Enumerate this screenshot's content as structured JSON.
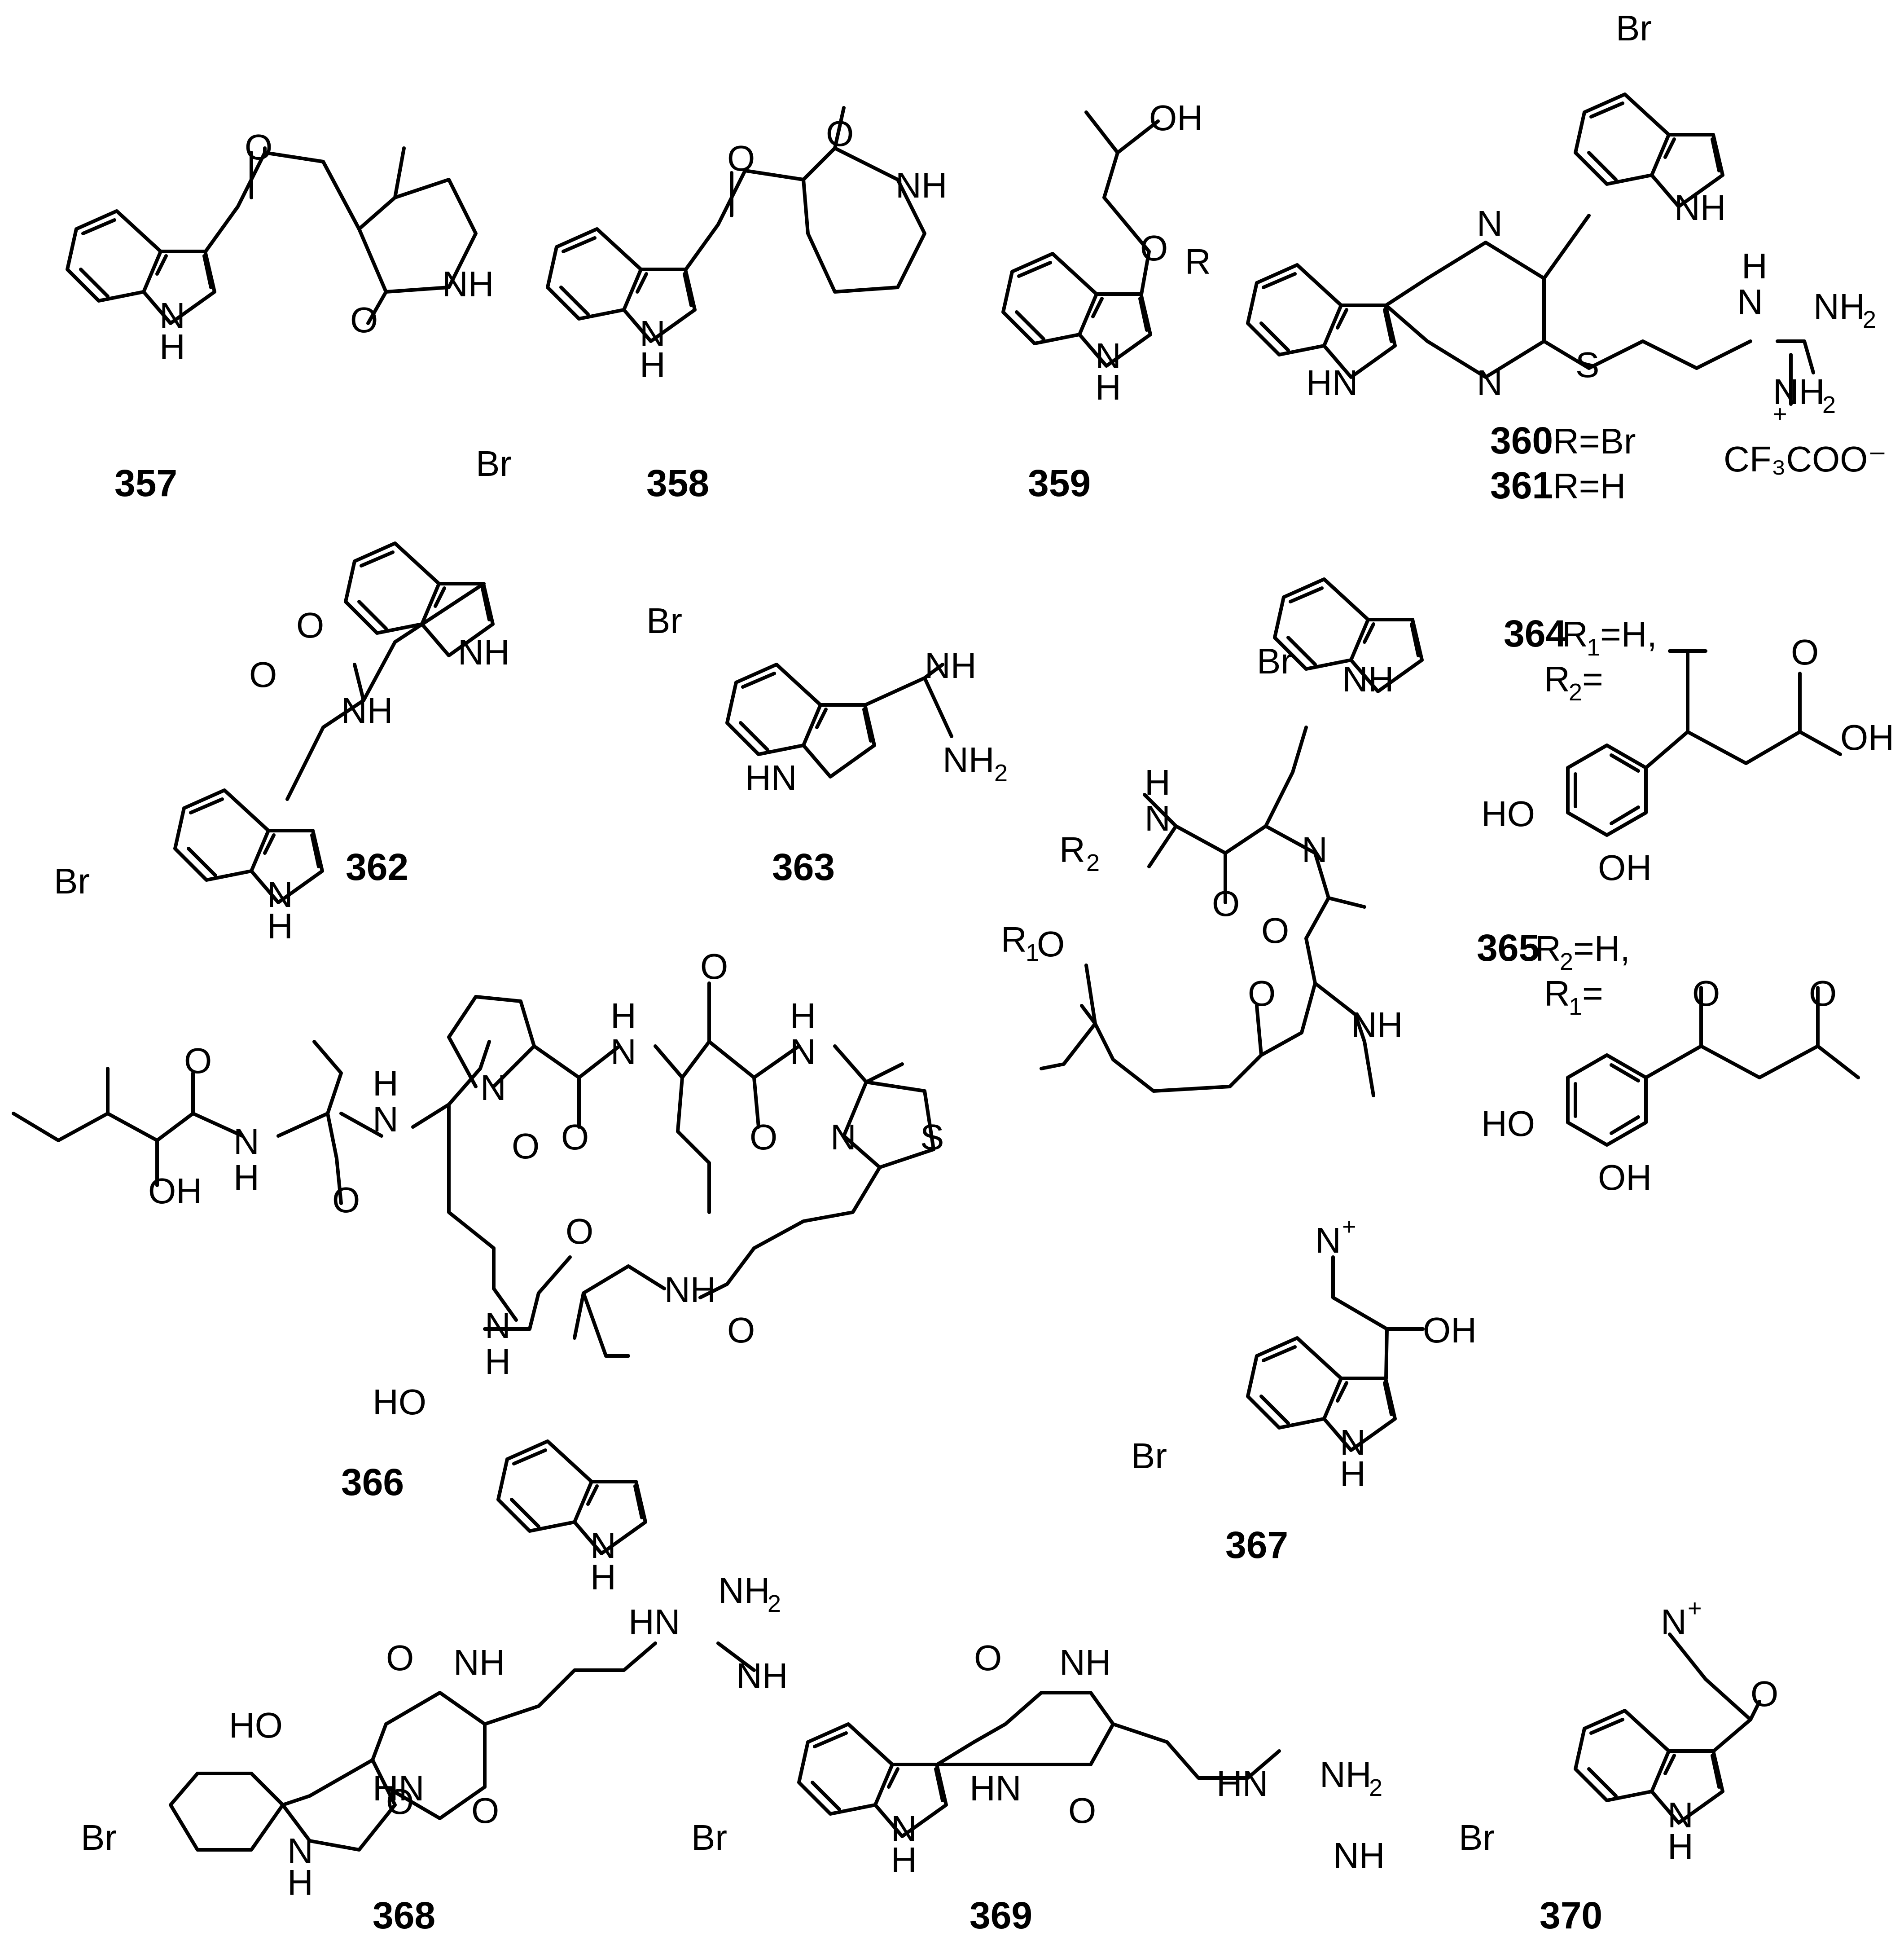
{
  "compounds": [
    {
      "id": "357"
    },
    {
      "id": "358"
    },
    {
      "id": "359"
    },
    {
      "id": "360",
      "substituent": "R=Br"
    },
    {
      "id": "361",
      "substituent": "R=H"
    },
    {
      "id": "362"
    },
    {
      "id": "363"
    },
    {
      "id": "364",
      "substituent": "R1=H, R2="
    },
    {
      "id": "365",
      "substituent": "R2=H, R1="
    },
    {
      "id": "366"
    },
    {
      "id": "367"
    },
    {
      "id": "368"
    },
    {
      "id": "369"
    },
    {
      "id": "370"
    }
  ],
  "atom_labels": {
    "O": "O",
    "N": "N",
    "S": "S",
    "H": "H",
    "NH": "NH",
    "HN": "HN",
    "OH": "OH",
    "HO": "HO",
    "Br": "Br",
    "R": "R",
    "R1": "R",
    "R2": "R",
    "NH2": "NH",
    "sub_1": "1",
    "sub_2": "2",
    "sub_3": "3",
    "plus": "+",
    "minus": "−",
    "counterion": "CF₃COO⁻"
  },
  "substituent_text": {
    "r_br": "R=Br",
    "r_h": "R=H",
    "r1_h": "=H,",
    "r2_eq": "=",
    "r2_h": "=H,",
    "r1_eq": "="
  }
}
